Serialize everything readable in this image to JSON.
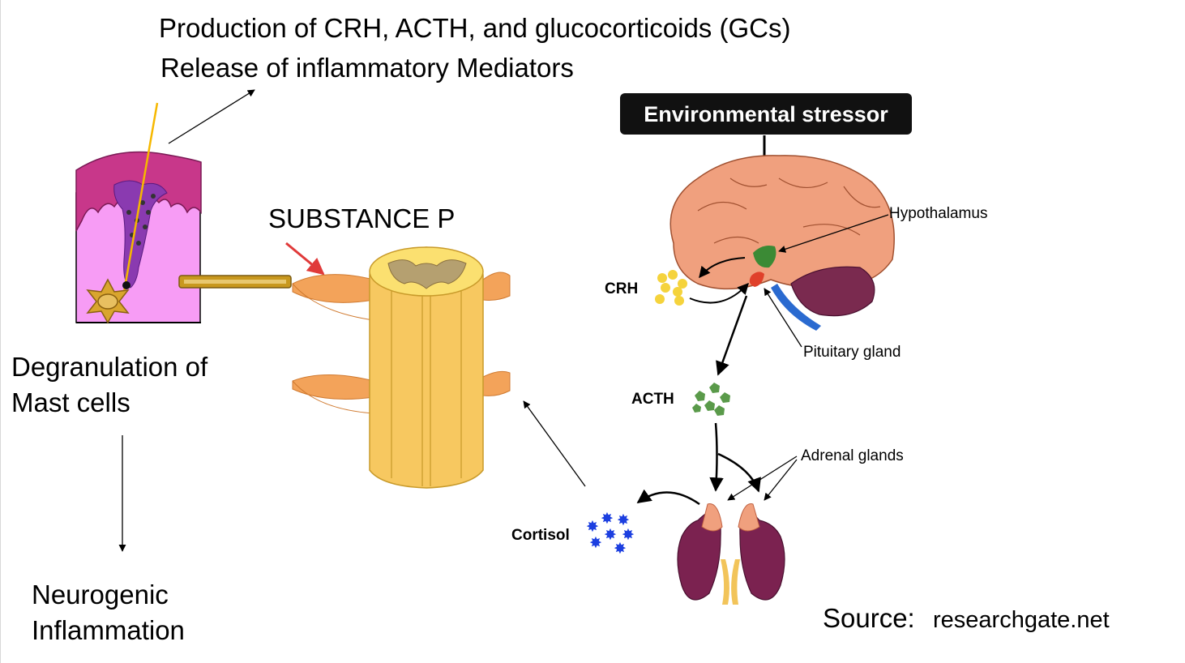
{
  "texts": {
    "production": "Production of CRH, ACTH, and glucocorticoids (GCs)",
    "release": "Release of inflammatory Mediators",
    "substance_p": "SUBSTANCE P",
    "degranulation_line1": "Degranulation of",
    "degranulation_line2": "Mast cells",
    "neurogenic_line1": "Neurogenic",
    "neurogenic_line2": "Inflammation",
    "source_label": "Source:",
    "source_value": "researchgate.net",
    "environmental_stressor": "Environmental stressor",
    "hypothalamus": "Hypothalamus",
    "pituitary": "Pituitary gland",
    "crh": "CRH",
    "acth": "ACTH",
    "adrenal": "Adrenal glands",
    "cortisol": "Cortisol"
  },
  "colors": {
    "skin_top": "#c8378a",
    "skin_body": "#f79cf5",
    "mast_cell": "#c8981e",
    "neuron": "#f3a35a",
    "spinal_cord": "#f7c860",
    "brain": "#f0a07e",
    "cerebellum": "#7a2a4f",
    "hypothalamus": "#3b8a35",
    "pituitary": "#e0402a",
    "crh_dots": "#f5d33c",
    "acth_dots": "#5a9a4a",
    "cortisol_stars": "#1c3fe0",
    "kidney": "#7b2250",
    "stressor_box": "#111111",
    "red_arrow": "#e03a3a"
  }
}
